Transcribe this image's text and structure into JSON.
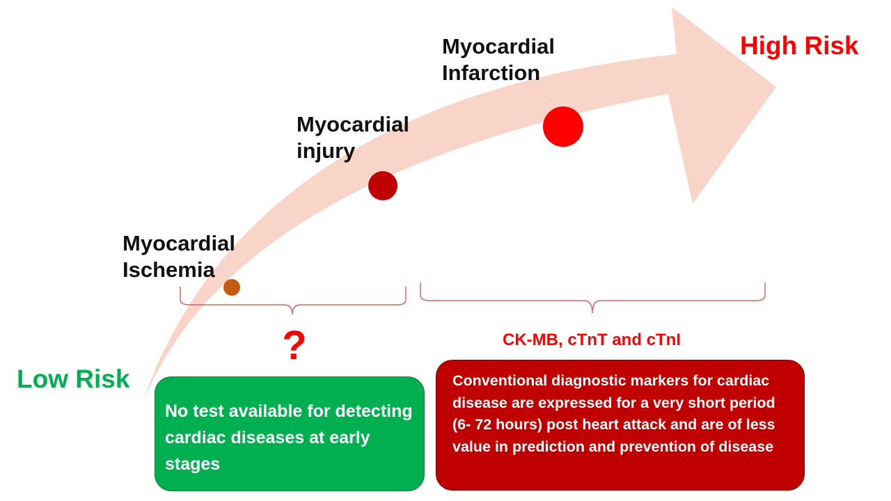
{
  "stages": [
    {
      "line1": "Myocardial",
      "line2": "Ischemia",
      "dot_color": "#c55a11"
    },
    {
      "line1": "Myocardial",
      "line2": "injury",
      "dot_color": "#c00000"
    },
    {
      "line1": "Myocardial",
      "line2": "Infarction",
      "dot_color": "#ff0000"
    }
  ],
  "risk": {
    "low": {
      "text": "Low Risk",
      "color": "#00b050"
    },
    "high": {
      "text": "High Risk",
      "color": "#ff0000"
    }
  },
  "question_mark": "?",
  "markers_label": "CK-MB, cTnT and cTnI",
  "boxes": {
    "early": {
      "text": "No test available for detecting cardiac diseases at early stages",
      "color": "#00b050"
    },
    "conventional": {
      "text": "Conventional diagnostic markers for cardiac disease are expressed for a very short period (6- 72 hours) post heart attack and are of less value in prediction and prevention of disease",
      "color": "#c00000"
    }
  },
  "colors": {
    "arrow": "#f8d5c8",
    "bracket": "#e06060",
    "accent_red": "#ff0000"
  }
}
